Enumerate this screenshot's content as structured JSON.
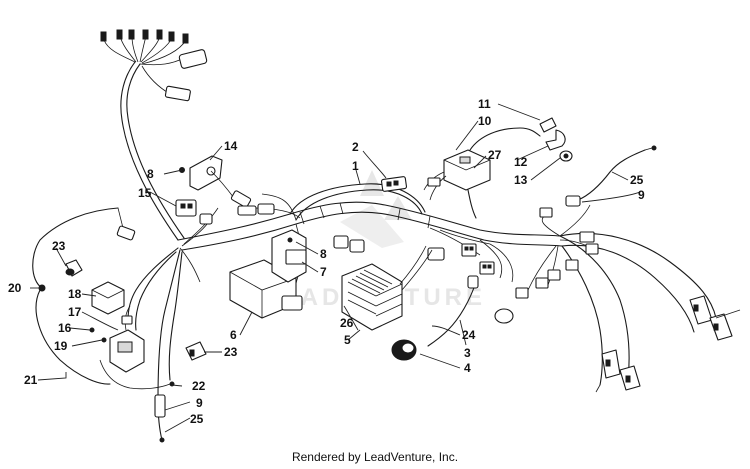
{
  "diagram": {
    "watermark": {
      "brand": "LEADVENTURE"
    },
    "footer": "Rendered by LeadVenture, Inc.",
    "callouts": [
      {
        "id": "c1",
        "text": "1"
      },
      {
        "id": "c2",
        "text": "2"
      },
      {
        "id": "c3",
        "text": "3"
      },
      {
        "id": "c4",
        "text": "4"
      },
      {
        "id": "c5",
        "text": "5"
      },
      {
        "id": "c6",
        "text": "6"
      },
      {
        "id": "c7",
        "text": "7"
      },
      {
        "id": "c8a",
        "text": "8"
      },
      {
        "id": "c8b",
        "text": "8"
      },
      {
        "id": "c9a",
        "text": "9"
      },
      {
        "id": "c9b",
        "text": "9"
      },
      {
        "id": "c10",
        "text": "10"
      },
      {
        "id": "c11",
        "text": "11"
      },
      {
        "id": "c12",
        "text": "12"
      },
      {
        "id": "c13",
        "text": "13"
      },
      {
        "id": "c14",
        "text": "14"
      },
      {
        "id": "c15",
        "text": "15"
      },
      {
        "id": "c16",
        "text": "16"
      },
      {
        "id": "c17",
        "text": "17"
      },
      {
        "id": "c18",
        "text": "18"
      },
      {
        "id": "c19",
        "text": "19"
      },
      {
        "id": "c20",
        "text": "20"
      },
      {
        "id": "c21",
        "text": "21"
      },
      {
        "id": "c22",
        "text": "22"
      },
      {
        "id": "c23a",
        "text": "23"
      },
      {
        "id": "c23b",
        "text": "23"
      },
      {
        "id": "c24",
        "text": "24"
      },
      {
        "id": "c25a",
        "text": "25"
      },
      {
        "id": "c25b",
        "text": "25"
      },
      {
        "id": "c26",
        "text": "26"
      },
      {
        "id": "c27",
        "text": "27"
      }
    ]
  }
}
